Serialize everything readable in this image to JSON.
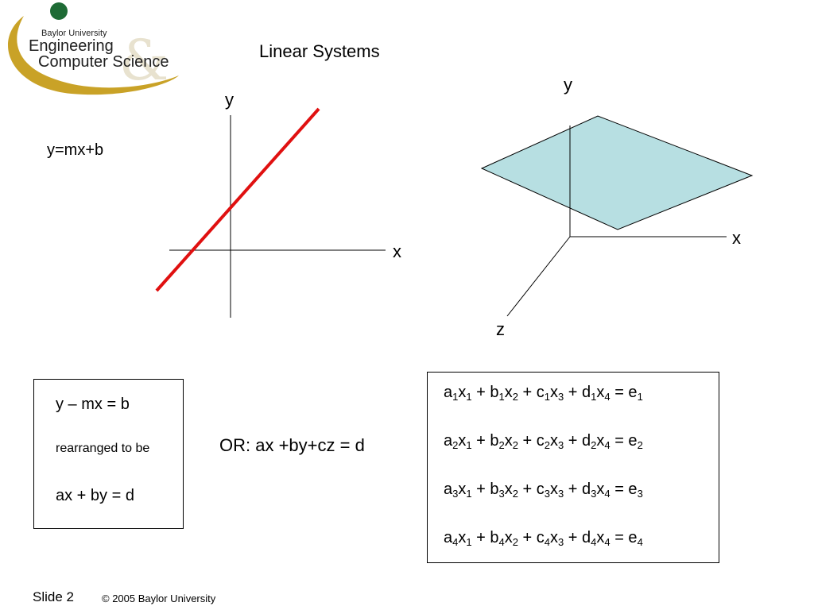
{
  "logo": {
    "university": "Baylor University",
    "line1": "Engineering",
    "line2": "Computer Science"
  },
  "title": "Linear Systems",
  "line_equation": "y=mx+b",
  "graph2d": {
    "x_label": "x",
    "y_label": "y"
  },
  "graph3d": {
    "x_label": "x",
    "y_label": "y",
    "z_label": "z"
  },
  "rearranged": {
    "line1": "y – mx = b",
    "line2": "rearranged to be",
    "line3": "ax + by = d"
  },
  "or_equation": "OR:  ax +by+cz = d",
  "system_rows": [
    [
      {
        "t": "a"
      },
      {
        "s": "1"
      },
      {
        "t": "x"
      },
      {
        "s": "1"
      },
      {
        "t": " + b"
      },
      {
        "s": "1"
      },
      {
        "t": "x"
      },
      {
        "s": "2"
      },
      {
        "t": " + c"
      },
      {
        "s": "1"
      },
      {
        "t": "x"
      },
      {
        "s": "3"
      },
      {
        "t": " + d"
      },
      {
        "s": "1"
      },
      {
        "t": "x"
      },
      {
        "s": "4"
      },
      {
        "t": " = e"
      },
      {
        "s": "1"
      }
    ],
    [
      {
        "t": "a"
      },
      {
        "s": "2"
      },
      {
        "t": "x"
      },
      {
        "s": "1"
      },
      {
        "t": " + b"
      },
      {
        "s": "2"
      },
      {
        "t": "x"
      },
      {
        "s": "2"
      },
      {
        "t": " + c"
      },
      {
        "s": "2"
      },
      {
        "t": "x"
      },
      {
        "s": "3"
      },
      {
        "t": " + d"
      },
      {
        "s": "2"
      },
      {
        "t": "x"
      },
      {
        "s": "4"
      },
      {
        "t": " = e"
      },
      {
        "s": "2"
      }
    ],
    [
      {
        "t": "a"
      },
      {
        "s": "3"
      },
      {
        "t": "x"
      },
      {
        "s": "1"
      },
      {
        "t": " + b"
      },
      {
        "s": "3"
      },
      {
        "t": "x"
      },
      {
        "s": "2"
      },
      {
        "t": " + c"
      },
      {
        "s": "3"
      },
      {
        "t": "x"
      },
      {
        "s": "3"
      },
      {
        "t": " + d"
      },
      {
        "s": "3"
      },
      {
        "t": "x"
      },
      {
        "s": "4"
      },
      {
        "t": " = e"
      },
      {
        "s": "3"
      }
    ],
    [
      {
        "t": "a"
      },
      {
        "s": "4"
      },
      {
        "t": "x"
      },
      {
        "s": "1"
      },
      {
        "t": " + b"
      },
      {
        "s": "4"
      },
      {
        "t": "x"
      },
      {
        "s": "2"
      },
      {
        "t": " + c"
      },
      {
        "s": "4"
      },
      {
        "t": "x"
      },
      {
        "s": "3"
      },
      {
        "t": " + d"
      },
      {
        "s": "4"
      },
      {
        "t": "x"
      },
      {
        "s": "4"
      },
      {
        "t": " = e"
      },
      {
        "s": "4"
      }
    ]
  ],
  "footer": {
    "slide": "Slide 2",
    "copyright": "© 2005 Baylor University"
  },
  "colors": {
    "line": "#e01010",
    "plane_fill": "#b7dfe2",
    "logo_green": "#1e6b35",
    "logo_gold": "#c9a227"
  }
}
